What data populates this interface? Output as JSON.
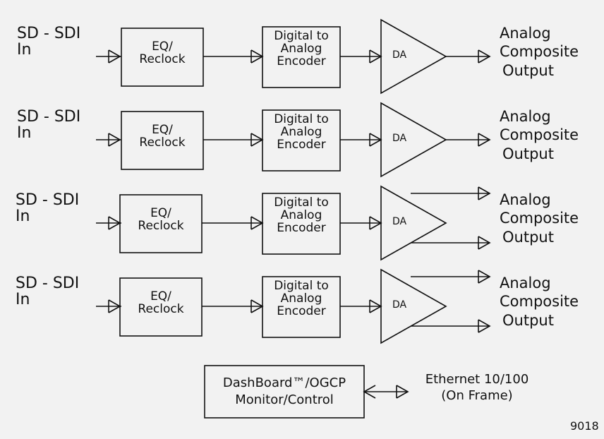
{
  "background_color": "#f2f2f2",
  "stroke_color": "#111111",
  "channels": [
    {
      "input": {
        "line1": "SD - SDI",
        "line2": "In"
      },
      "eq": {
        "line1": "EQ/",
        "line2": "Reclock"
      },
      "encoder": {
        "line1": "Digital to",
        "line2": "Analog",
        "line3": "Encoder"
      },
      "amp": "DA",
      "outputs": 1,
      "output": {
        "line1": "Analog",
        "line2": "Composite",
        "line3": "Output"
      }
    },
    {
      "input": {
        "line1": "SD - SDI",
        "line2": "In"
      },
      "eq": {
        "line1": "EQ/",
        "line2": "Reclock"
      },
      "encoder": {
        "line1": "Digital to",
        "line2": "Analog",
        "line3": "Encoder"
      },
      "amp": "DA",
      "outputs": 1,
      "output": {
        "line1": "Analog",
        "line2": "Composite",
        "line3": "Output"
      }
    },
    {
      "input": {
        "line1": "SD - SDI",
        "line2": "In"
      },
      "eq": {
        "line1": "EQ/",
        "line2": "Reclock"
      },
      "encoder": {
        "line1": "Digital to",
        "line2": "Analog",
        "line3": "Encoder"
      },
      "amp": "DA",
      "outputs": 2,
      "output": {
        "line1": "Analog",
        "line2": "Composite",
        "line3": "Output"
      }
    },
    {
      "input": {
        "line1": "SD - SDI",
        "line2": "In"
      },
      "eq": {
        "line1": "EQ/",
        "line2": "Reclock"
      },
      "encoder": {
        "line1": "Digital to",
        "line2": "Analog",
        "line3": "Encoder"
      },
      "amp": "DA",
      "outputs": 2,
      "output": {
        "line1": "Analog",
        "line2": "Composite",
        "line3": "Output"
      }
    }
  ],
  "control": {
    "box": {
      "line1": "DashBoard™/OGCP",
      "line2": "Monitor/Control"
    },
    "ethernet": {
      "line1": "Ethernet 10/100",
      "line2": "(On Frame)"
    }
  },
  "figure_number": "9018"
}
